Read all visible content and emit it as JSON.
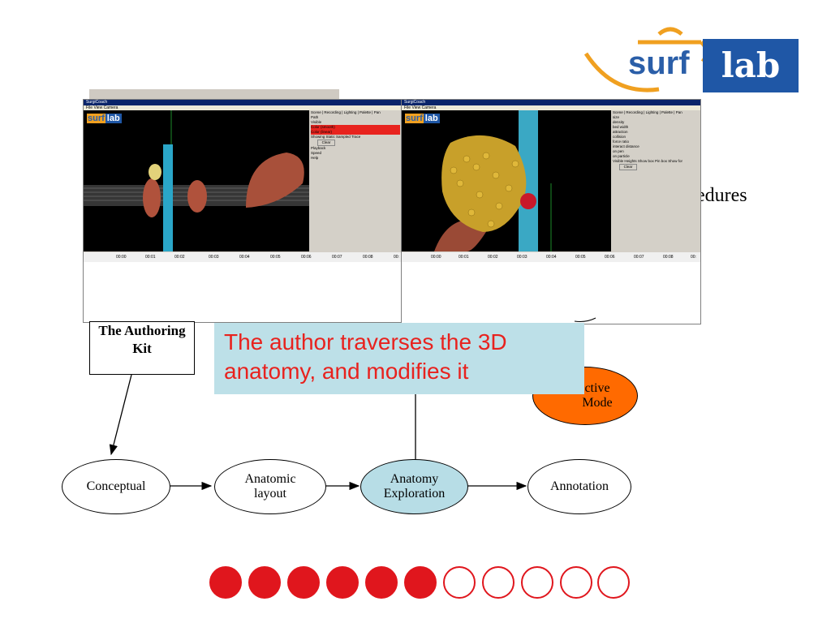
{
  "logo": {
    "word1": "surf",
    "word2": "lab"
  },
  "background_fragment": "edures",
  "screenshots": [
    {
      "title": "SurgiCoach",
      "menu": "File   View   Camera",
      "logo_word1": "surf",
      "logo_word2": "lab",
      "panel_tabs": "Scene | Recording | Lighting | Palette | Pan",
      "panel_rows": [
        "Path",
        "Visible",
        "Color (smooth)",
        "Color (linear)",
        "Showing   Static   Sampled   Trace",
        "Clear",
        "Playback",
        "Speed",
        "Help"
      ],
      "timeline_ticks": [
        "00:00",
        "00:01",
        "00:02",
        "00:03",
        "00:04",
        "00:05",
        "00:06",
        "00:07",
        "00:08",
        "00:"
      ]
    },
    {
      "title": "SurgiCoach",
      "menu": "File   View   Camera",
      "logo_word1": "surf",
      "logo_word2": "lab",
      "panel_tabs": "Scene | Recording | Lighting | Palette | Pan",
      "panel_rows": [
        "size",
        "density",
        "bed width",
        "attraction",
        "collision",
        "force ratio",
        "interact distance",
        "on pen",
        "on particle",
        "Visible  Heights  Show box  Pin box  Show for",
        "Clear"
      ],
      "timeline_ticks": [
        "00:00",
        "00:01",
        "00:02",
        "00:03",
        "00:04",
        "00:05",
        "00:06",
        "00:07",
        "00:08",
        "00:"
      ]
    }
  ],
  "authoring_kit": "The Authoring Kit",
  "callout": "The author traverses the 3D anatomy, and modifies it",
  "active_mode": "ctive Mode",
  "flow": {
    "conceptual": "Conceptual",
    "anatomic_layout": "Anatomic layout",
    "anatomy_exploration": "Anatomy Exploration",
    "annotation": "Annotation"
  },
  "progress": {
    "filled": 6,
    "total": 11
  },
  "colors": {
    "accent_red": "#e0161d",
    "callout_bg": "#bde0e8",
    "callout_text": "#e8221e",
    "node_highlight": "#b7dde6",
    "active_orange": "#ff6a00",
    "logo_blue": "#1f57a6",
    "logo_orange": "#f0a020"
  }
}
